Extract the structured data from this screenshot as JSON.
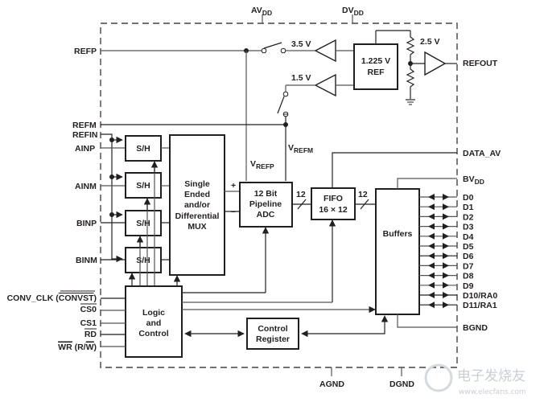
{
  "supplies": {
    "avdd": {
      "base": "AV",
      "sub": "DD"
    },
    "dvdd": {
      "base": "DV",
      "sub": "DD"
    },
    "bvdd": {
      "base": "BV",
      "sub": "DD"
    },
    "agnd": "AGND",
    "dgnd": "DGND",
    "bgnd": "BGND"
  },
  "left_pins": {
    "refp": "REFP",
    "refm": "REFM",
    "refin": "REFIN",
    "ainp": "AINP",
    "ainm": "AINM",
    "binp": "BINP",
    "binm": "BINM",
    "conv_clk": "CONV_CLK (",
    "convst": "CONVST",
    "conv_close": ")",
    "cs0": "CS0",
    "cs1": "CS1",
    "rd": "RD",
    "wr": "WR",
    "rw_open": " (R/",
    "rw_w": "W",
    "rw_close": ")"
  },
  "right_pins": {
    "refout": "REFOUT",
    "data_av": "DATA_AV",
    "data_bus": [
      "D0",
      "D1",
      "D2",
      "D3",
      "D4",
      "D5",
      "D6",
      "D7",
      "D8",
      "D9",
      "D10/RA0",
      "D11/RA1"
    ]
  },
  "reference": {
    "v35": "3.5 V",
    "v15": "1.5 V",
    "v25": "2.5 V",
    "ref_line1": "1.225 V",
    "ref_line2": "REF",
    "vrefp": {
      "base": "V",
      "sub": "REFP"
    },
    "vrefm": {
      "base": "V",
      "sub": "REFM"
    }
  },
  "blocks": {
    "sh": "S/H",
    "mux": [
      "Single",
      "Ended",
      "and/or",
      "Differential",
      "MUX"
    ],
    "adc": [
      "12 Bit",
      "Pipeline",
      "ADC"
    ],
    "fifo": [
      "FIFO",
      "16 × 12"
    ],
    "buffers": "Buffers",
    "logic": [
      "Logic",
      "and",
      "Control"
    ],
    "control_register": [
      "Control",
      "Register"
    ],
    "bus_width_adc": "12",
    "bus_width_fifo": "12",
    "plus": "+",
    "minus": "–"
  },
  "watermark": {
    "cn": "电子发烧友",
    "url": "www.elecfans.com"
  }
}
